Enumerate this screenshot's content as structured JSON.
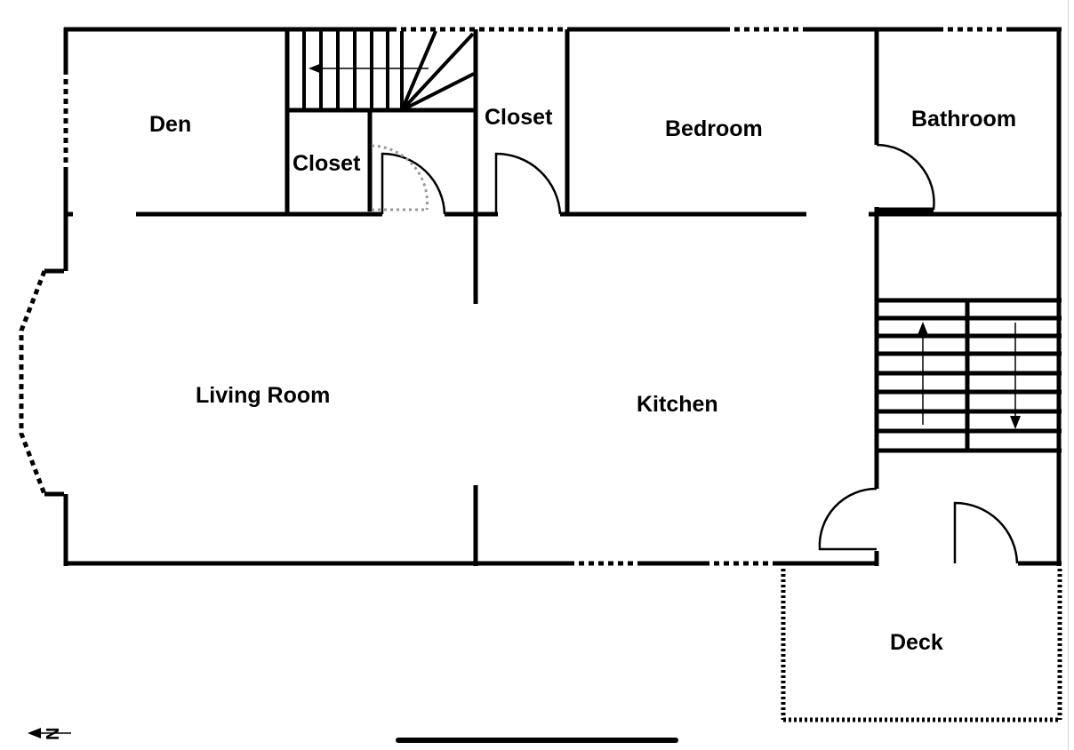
{
  "rooms": {
    "den": "Den",
    "closet_small": "Closet",
    "closet_hall": "Closet",
    "bedroom": "Bedroom",
    "bathroom": "Bathroom",
    "living_room": "Living Room",
    "kitchen": "Kitchen",
    "deck": "Deck"
  },
  "compass": {
    "north_letter": "N",
    "direction": "left"
  },
  "colors": {
    "wall": "#000000",
    "closet_door": "#999999",
    "background": "#ffffff"
  }
}
